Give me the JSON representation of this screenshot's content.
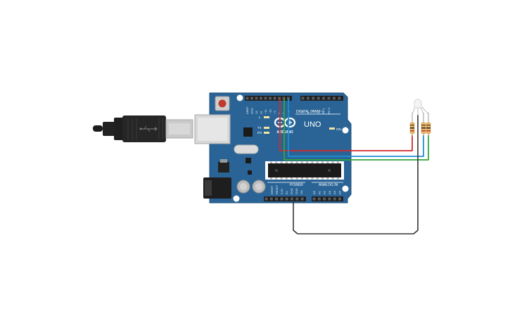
{
  "canvas": {
    "background": "#ffffff"
  },
  "board": {
    "name": "UNO",
    "brand": "ARDUINO",
    "digital_label": "DIGITAL (PWM~)",
    "power_label": "POWER",
    "analog_label": "ANALOG IN",
    "on_label": "ON",
    "tx_label": "TX",
    "rx_label": "RX",
    "l_label": "L",
    "color": "#2a6496",
    "digital_pins": [
      "AREF",
      "GND",
      "13",
      "12",
      "~11",
      "~10",
      "~9",
      "8",
      "7",
      "~6",
      "~5",
      "4",
      "~3",
      "2",
      "TX 1",
      "RX 0"
    ],
    "power_pins": [
      "IOREF",
      "RESET",
      "3.3V",
      "5V",
      "GND",
      "GND",
      "Vin"
    ],
    "analog_pins": [
      "A0",
      "A1",
      "A2",
      "A3",
      "A4",
      "A5"
    ]
  },
  "wires": {
    "red": "#d42a2a",
    "blue": "#1f8fd4",
    "green": "#2ea83a",
    "ground": "#333333"
  },
  "components": {
    "usb_cable": "usb-cable",
    "rgb_led": "rgb-led",
    "resistors": 3
  }
}
